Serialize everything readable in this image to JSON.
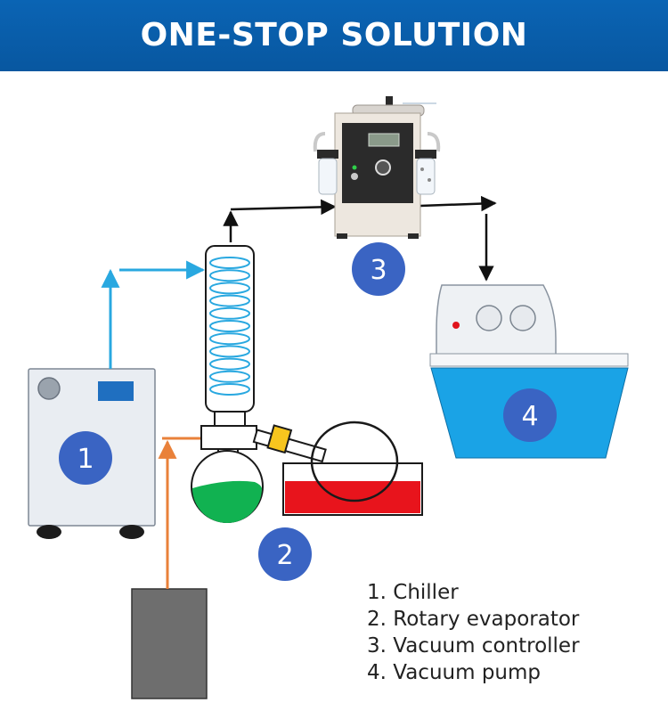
{
  "header": {
    "title": "ONE-STOP SOLUTION"
  },
  "colors": {
    "banner": "#0a64b4",
    "badge": "#3a64c3",
    "coolant_line": "#29a8e0",
    "heat_line": "#e9813a",
    "vacuum_line": "#111111",
    "pump_bath": "#1aa3e6",
    "heating_bath": "#e8141c",
    "collection_liquid": "#11b251"
  },
  "badges": [
    "1",
    "2",
    "3",
    "4"
  ],
  "legend": [
    "1. Chiller",
    "2. Rotary evaporator",
    "3. Vacuum controller",
    "4. Vacuum pump"
  ]
}
